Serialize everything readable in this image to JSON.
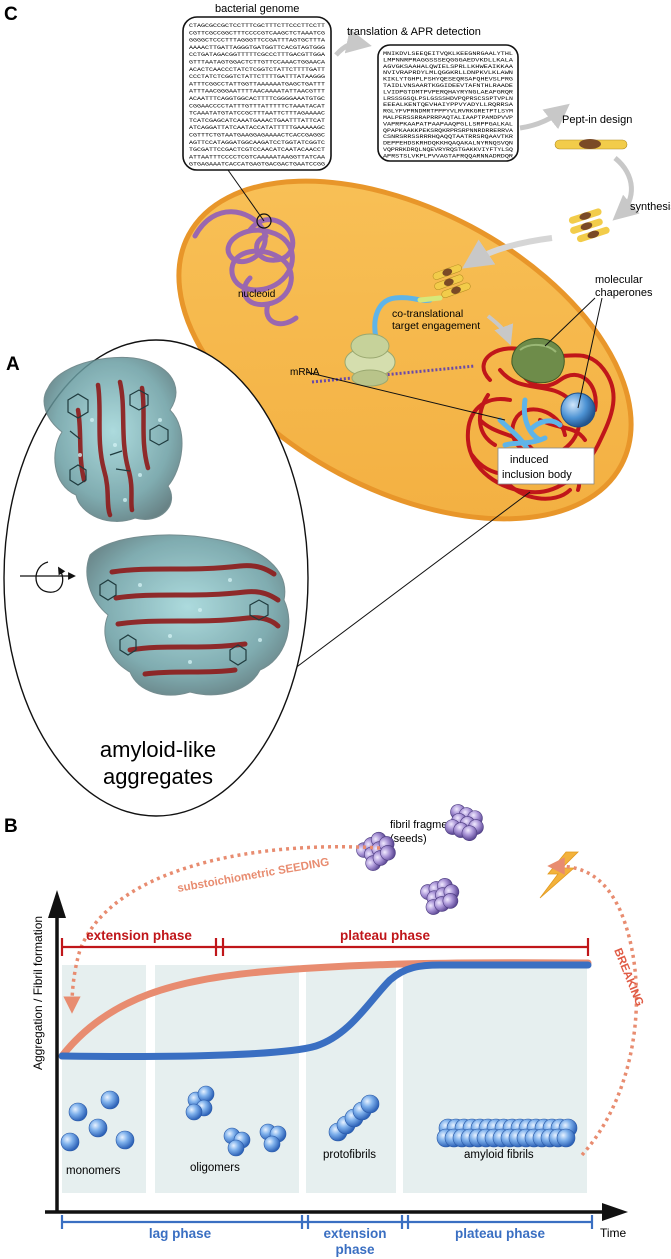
{
  "panels": {
    "A": "A",
    "B": "B",
    "C": "C"
  },
  "panel_c": {
    "bacterial_genome": "bacterial genome",
    "translation_apr": "translation & APR detection",
    "peptin_design": "Pept-in design",
    "synthesis": "synthesis",
    "nucleoid": "nucleoid",
    "molecular_chaperones_1": "molecular",
    "molecular_chaperones_2": "chaperones",
    "cotranslational_1": "co-translational",
    "cotranslational_2": "target engagement",
    "mrna": "mRNA",
    "inclusion_1": "induced",
    "inclusion_2": "inclusion body",
    "dna_lines": [
      "CTAGCGCCGCTCCTTTCGCTTTCTTCCCTTCCTT",
      "CGTTCGCCGGCTTTCCCCGTCAAGCTCTAAATCG",
      "GGGGCTCCCTTTAGGGTTCCGATTTAGTGCTTTA",
      "AAAACTTGATTAGGGTGATGGTTCACGTAGTGGG",
      "CCTGATAGACGGTTTTTCGCCCTTTGACGTTGGA",
      "GTTTAATAGTGGACTCTTGTTCCAAACTGGAACA",
      "ACACTCAACCCTATCTCGGTCTATTCTTTTGATT",
      "CCCTATCTCGGTCTATTCTTTTGATTTATAAGGG",
      "ATTTCGGCCTATTGGTTAAAAAATGAGCTGATTT",
      "ATTTAACGGGAATTTTAACAAAATATTAACGTTT",
      "ACAATTTCAGGTGGCACTTTTCGGGGAAATGTGC",
      "CGGAACCCCTATTTGTTTATTTTTCTAAATACAT",
      "TCAAATATGTATCCGCTTTAATTCTTTAGAAAAC",
      "TCATCGAGCATCAAATGAAACTGAATTTATTCAT",
      "ATCAGGATTATCAATACCATATTTTTGAAAAAGC",
      "CGTTTCTGTAATGAAGGAGAAAACTCACCGAGGC",
      "AGTTCCATAGGATGGCAAGATCCTGGTATCGGTC",
      "TGCGATTCCGACTCGTCCAACATCAATACAACCT",
      "ATTAATTTCCCCTCGTCAAAAATAAGGTTATCAA",
      "GTGAGAAATCACCATGAGTGACGACTGAATCCGG"
    ],
    "protein_lines": [
      "MNIKDVLSEEQEITVQKLKEEGNRGAALYTHL",
      "LMPNNRPRAGGSSSEQGGGAEDVKDLLKALA",
      "AGVGKSAAHALQWIELSPRLLKHWEAIKKAA",
      "NVIVRAPRDYLMLQGGKRLLDNPKVLKLAWN",
      "KIKLYTGHPLFSHYQESEQRSAFQHEVSLPRG",
      "TAIDLVNSAARTKGGIDEEVTAFNTHLRAADE",
      "LVIDPGTDMTPVPERQHAYRYNGLAEAFGRQR",
      "LRSSSGSQLPSLGSSSHDVPQPRSCSSPTVPLN",
      "EEEALKENTQEVHAIYPPVYADYLLRQRRSA",
      "RGLYFVPRNDMRTPPPYVLRVRKGRETPTLSYM",
      "MALPERSSRRAPRRPAQTALIAAPTPAMDPVVP",
      "VAPRPKAAPATPAAPAAQPGLLSRPPGALKAL",
      "QPAPKAAKKPEKSRQKRPRSRPNNRDRRERRVA",
      "CSNRSRRSSRRRHQAQQTAATRRSRQAAVTKR",
      "DEPPEHDSKRHDQKKHQAQAKALNYRNQSVQN",
      "VQPRRKDRQLNQEVRYRQSTGAKKVIYFTYLSQ",
      "APRSTSLVKPLPVVAGTAFRQQARNNADRDQR"
    ]
  },
  "panel_a": {
    "caption_1": "amyloid-like",
    "caption_2": "aggregates"
  },
  "panel_b": {
    "fibril_fragments_1": "fibril fragments",
    "fibril_fragments_2": "(seeds)",
    "seeding": "substoichiometric SEEDING",
    "breaking": "BREAKING",
    "extension_phase_top": "extension phase",
    "plateau_phase_top": "plateau phase",
    "y_axis_label": "Aggregation / Fibril formation",
    "x_axis_label": "Time",
    "monomers": "monomers",
    "oligomers": "oligomers",
    "protofibrils": "protofibrils",
    "amyloid_fibrils": "amyloid fibrils",
    "lag_phase": "lag phase",
    "extension_phase_1": "extension",
    "extension_phase_2": "phase",
    "plateau_phase_bottom": "plateau phase"
  },
  "colors": {
    "cell_fill": "#f5b545",
    "cell_edge": "#e89a2a",
    "nucleoid": "#9a67b0",
    "aggregate_red": "#c0161a",
    "mrna": "#6a4aa8",
    "ribosome": "#c9d6a0",
    "chaperone_green": "#6e8c4a",
    "chaperone_blue": "#3e86c7",
    "peptide_yellow": "#f2cc4a",
    "peptide_brown": "#7a4a26",
    "arrow_grey": "#c8c8c8",
    "seeded_curve": "#e88c70",
    "unseeded_curve": "#3a6fc2",
    "phase_red": "#c0161a",
    "phase_blue": "#3a6fc2",
    "phase_band": "#e6efef",
    "fragment_purple": "#9b85c8",
    "sphere_blue": "#5f9ae0",
    "lightning": "#f3b23b"
  },
  "icons": {
    "zoom_lens": "magnifier-bubble-icon",
    "rotation": "rotation-arrow-icon",
    "lightning": "lightning-bolt-icon"
  }
}
